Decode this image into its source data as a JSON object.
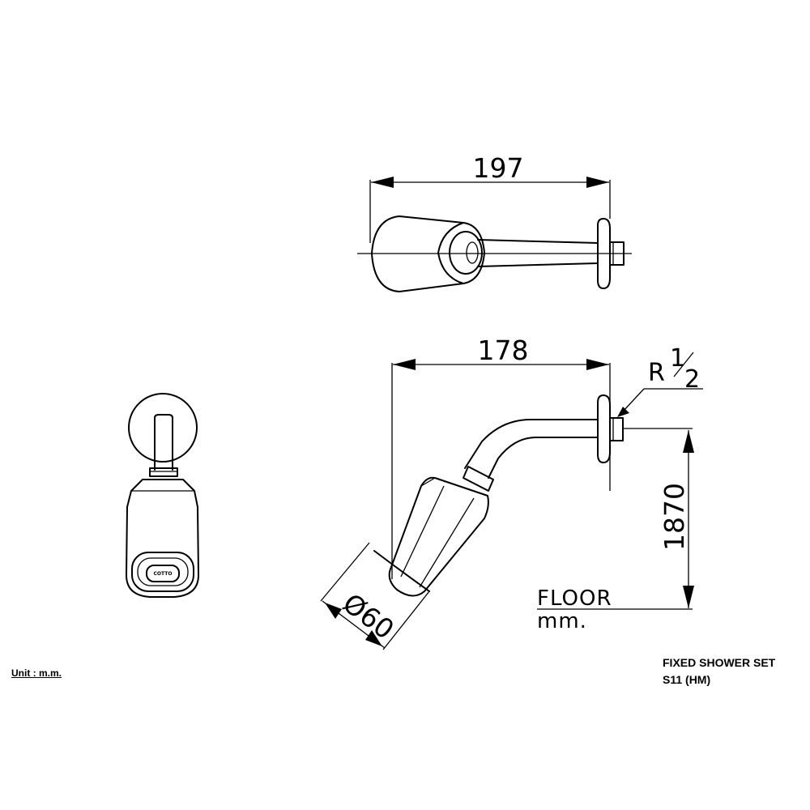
{
  "dimensions": {
    "top_width": "197",
    "side_width": "178",
    "thread_prefix": "R",
    "thread_num": "1",
    "thread_den": "2",
    "height": "1870",
    "head_diameter": "Ø60"
  },
  "floor_note": {
    "label": "FLOOR",
    "unit": "mm."
  },
  "logo_text": "COTTO",
  "unit_note": "Unit : m.m.",
  "title": {
    "line1": "FIXED SHOWER SET",
    "line2": "S11 (HM)"
  }
}
